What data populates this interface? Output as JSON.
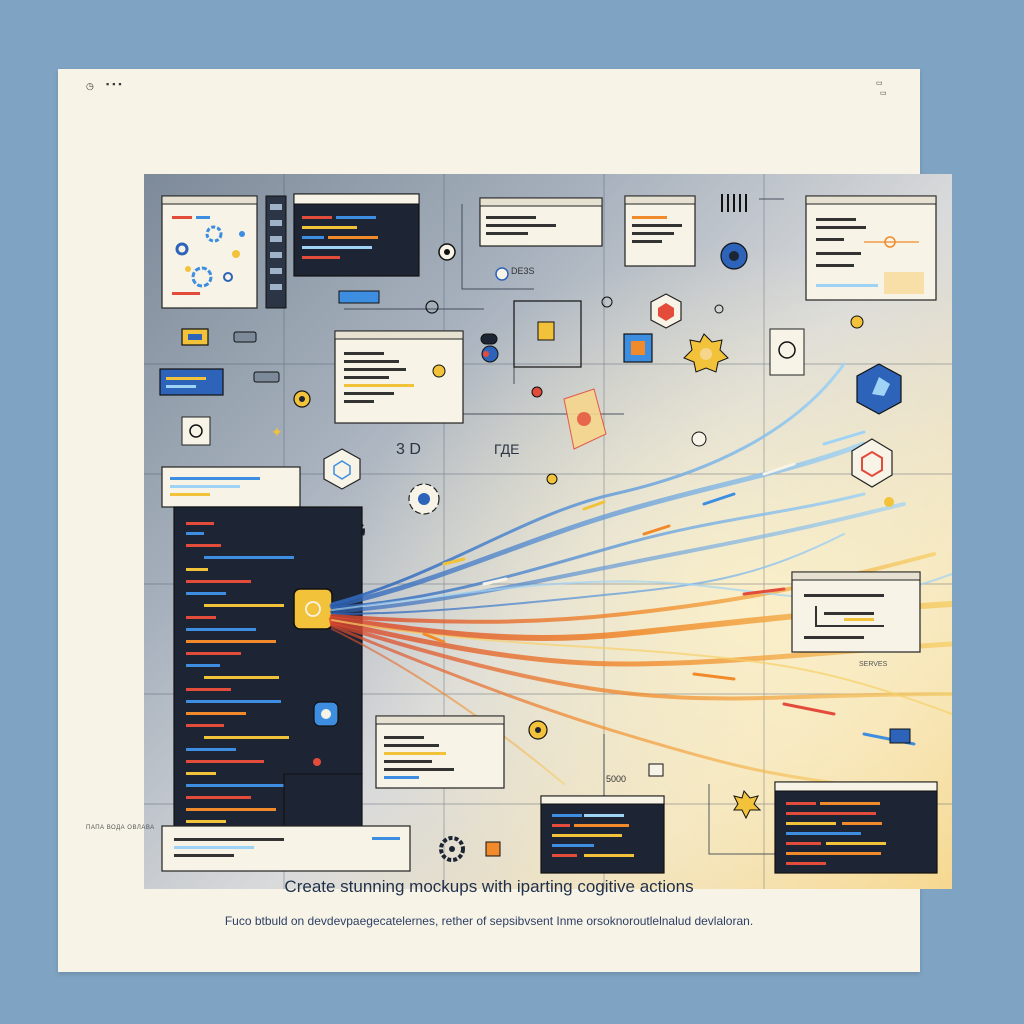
{
  "card": {
    "tiny_label": "ПАПА ВОДА ОВЛАВА",
    "title": "Create stunning mockups with  iparting cogitive actions",
    "subtitle": "Fuco btbuld on devdevpaegecatelernes, rether of sepsibvsent Inme orsoknoroutlelnalud devlaloran."
  },
  "scene_labels": {
    "lbl_a": "DE3S",
    "lbl_b": "3 D",
    "lbl_c": "5000",
    "lbl_d": "SERVES",
    "lbl_e": "ГДЕ"
  },
  "colors": {
    "background": "#7fa4c3",
    "card": "#f7f3e6",
    "dark_panel": "#1d2433",
    "accent_blue": "#3d8ee0",
    "accent_orange": "#f08a2a",
    "accent_yellow": "#f2c33a",
    "accent_red": "#e34b3b"
  },
  "icons": [
    "gear-icon",
    "hexagon-icon",
    "target-icon",
    "spark-icon",
    "clock-icon",
    "cube-icon",
    "search-icon"
  ]
}
